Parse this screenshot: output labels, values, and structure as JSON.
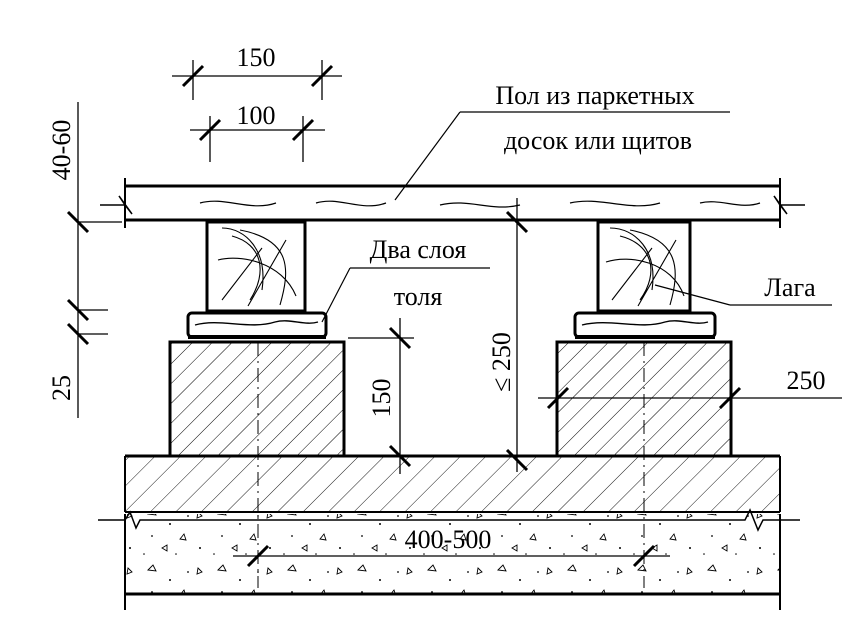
{
  "labels": {
    "floor_line1": "Пол из паркетных",
    "floor_line2": "досок или щитов",
    "roofing_line1": "Два слоя",
    "roofing_line2": "толя",
    "joist": "Лага"
  },
  "dimensions": {
    "top_outer": "150",
    "top_inner": "100",
    "floor_thickness": "40-60",
    "roofing_thickness": "25",
    "post_height": "150",
    "clear_height": "≤ 250",
    "post_width": "250",
    "spacing": "400-500"
  },
  "colors": {
    "ink": "#000000",
    "paper": "#ffffff"
  }
}
